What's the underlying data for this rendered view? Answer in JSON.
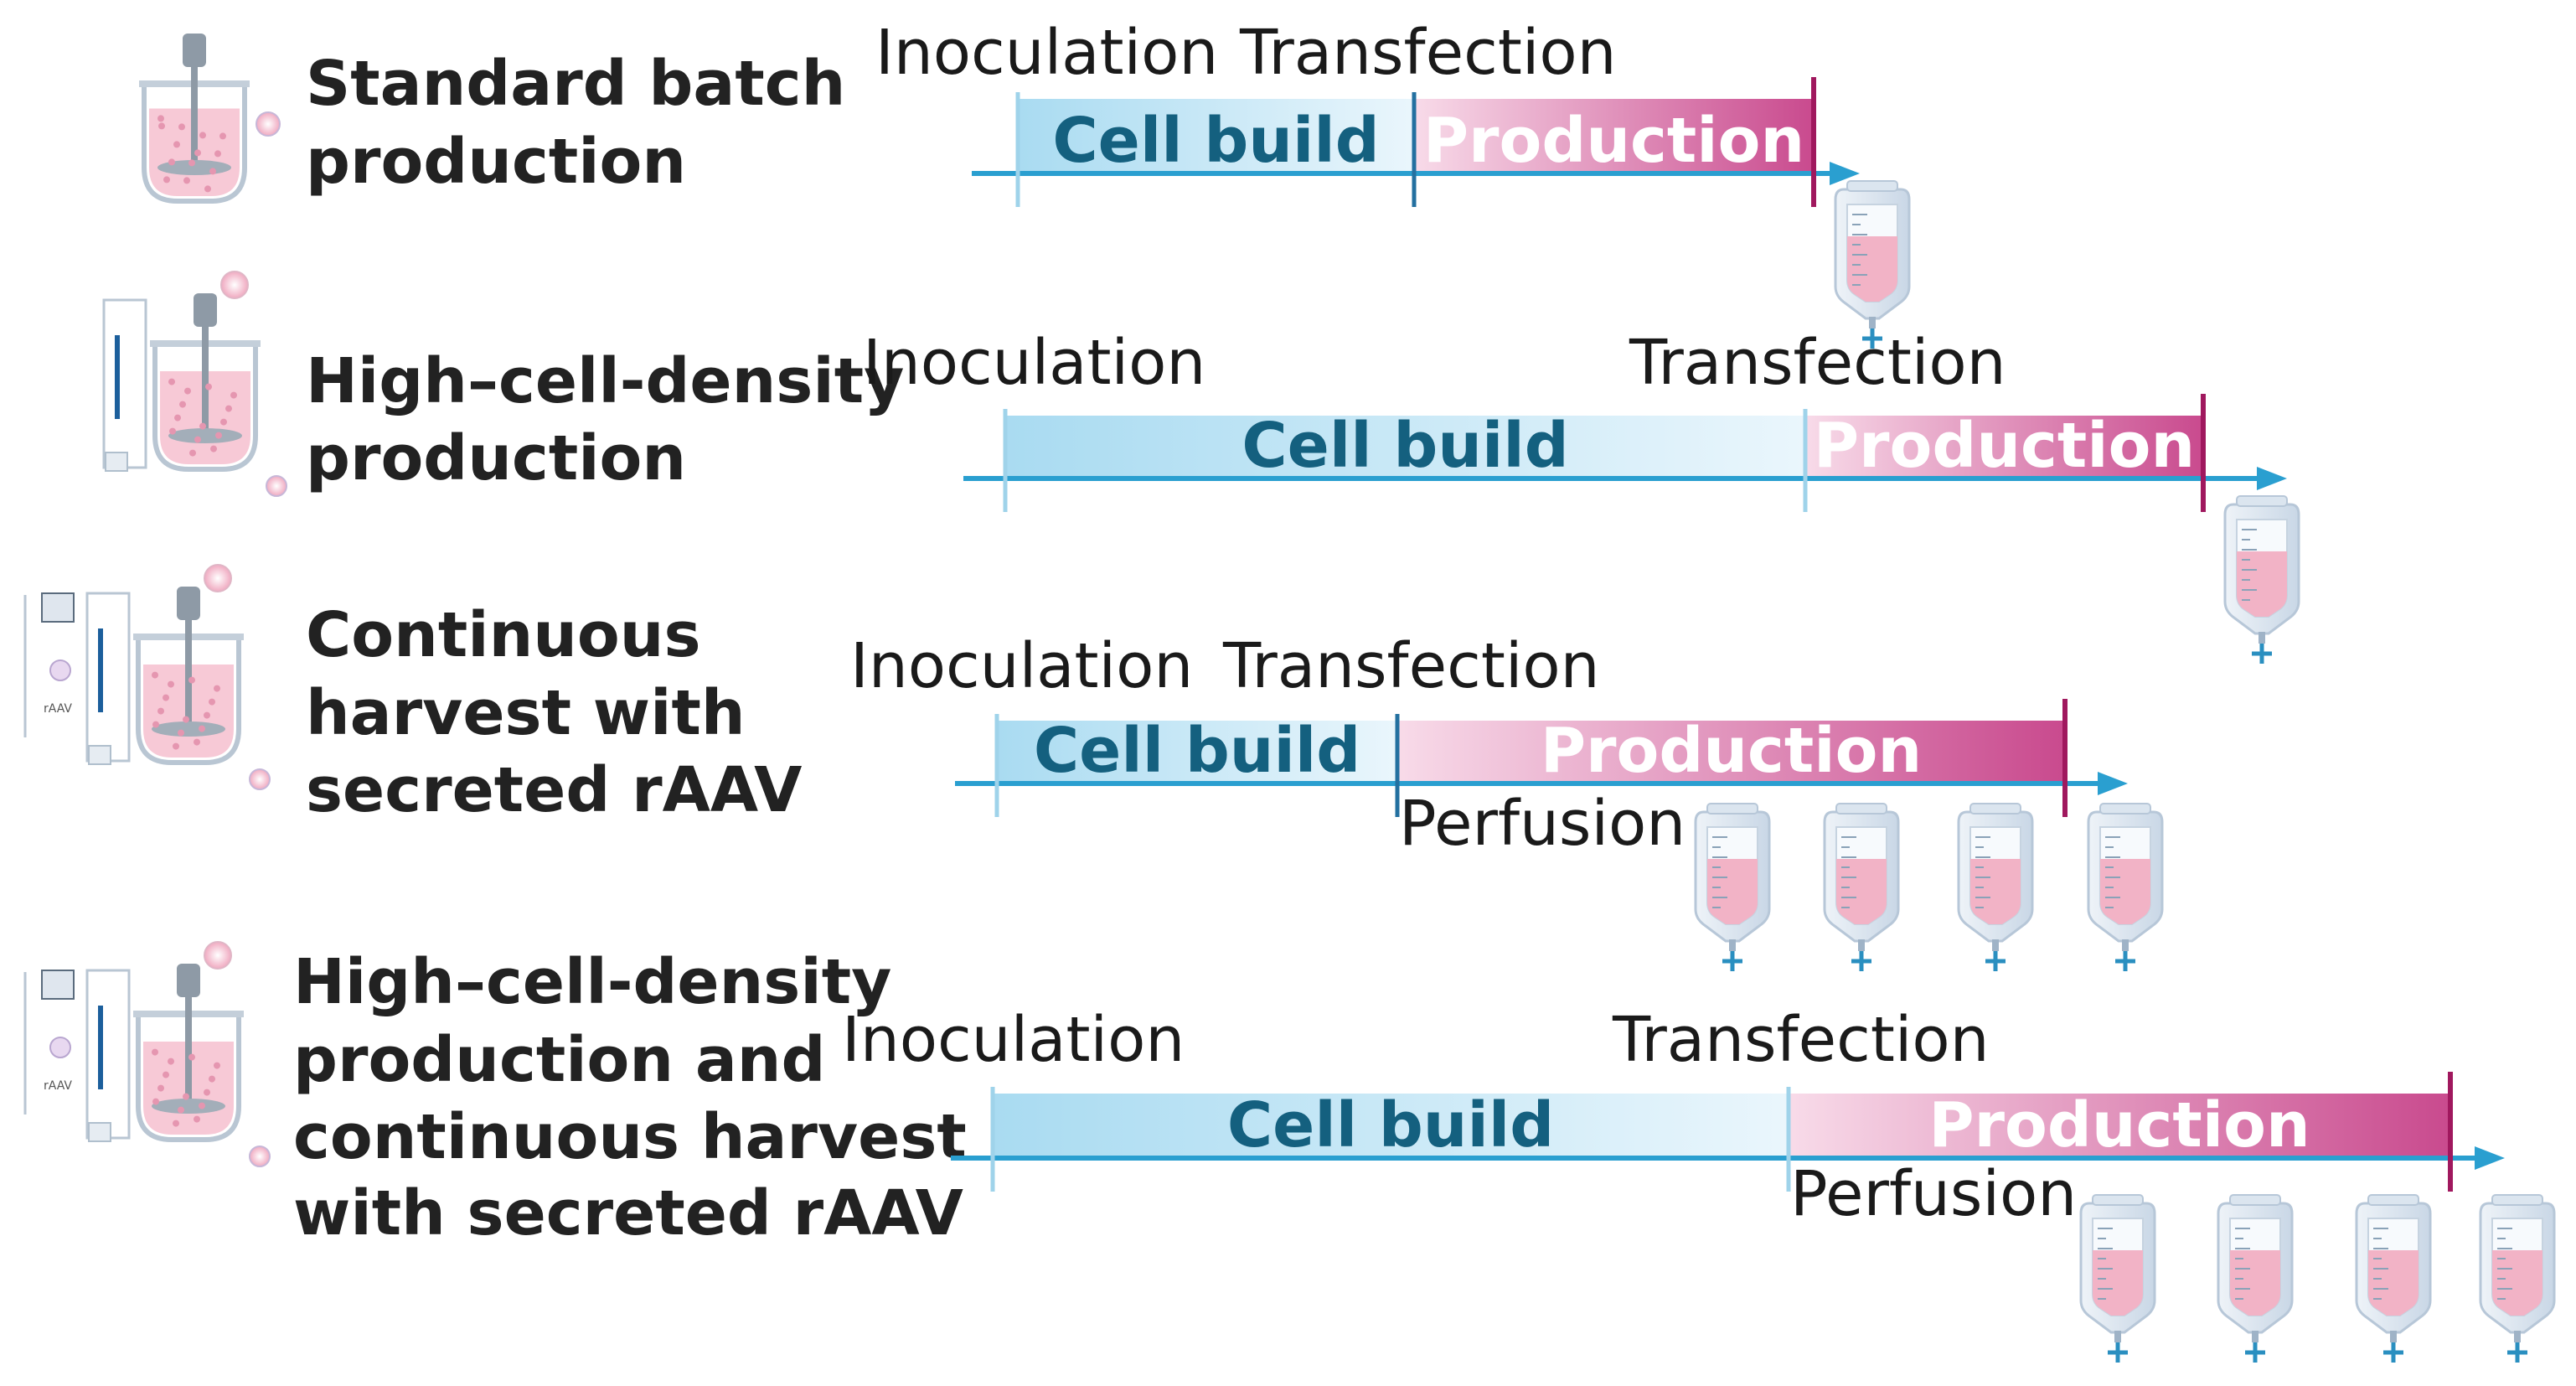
{
  "rows": [
    {
      "title_lines": [
        "Standard batch",
        "production"
      ],
      "inoculation": "Inoculation",
      "transfection": "Transfection",
      "cell_build": "Cell build",
      "production": "Production",
      "bags": 1,
      "icon": "stirred-tank-bioreactor-icon"
    },
    {
      "title_lines": [
        "High–cell-density",
        "production"
      ],
      "inoculation": "Inoculation",
      "transfection": "Transfection",
      "cell_build": "Cell build",
      "production": "Production",
      "bags": 1,
      "icon": "perfusion-bioreactor-icon"
    },
    {
      "title_lines": [
        "Continuous",
        "harvest with",
        "secreted rAAV"
      ],
      "inoculation": "Inoculation",
      "transfection": "Transfection",
      "cell_build": "Cell build",
      "production": "Production",
      "perfusion": "Perfusion",
      "bags": 4,
      "icon": "continuous-harvest-bioreactor-icon",
      "icon_label": "rAAV"
    },
    {
      "title_lines": [
        "High–cell-density",
        "production and",
        "continuous harvest",
        "with secreted rAAV"
      ],
      "inoculation": "Inoculation",
      "transfection": "Transfection",
      "cell_build": "Cell build",
      "production": "Production",
      "perfusion": "Perfusion",
      "bags": 4,
      "icon": "hcd-continuous-harvest-bioreactor-icon",
      "icon_label": "rAAV"
    }
  ],
  "colors": {
    "arrow": "#2a9fd0",
    "cell_build_start": "#a9dbf1",
    "cell_build_end": "#e9f6fc",
    "production_start": "#f7d6e6",
    "production_end": "#c94a8e",
    "end_marker": "#a0185e",
    "media": "#f2b3c6",
    "cell_text": "#14607f"
  }
}
